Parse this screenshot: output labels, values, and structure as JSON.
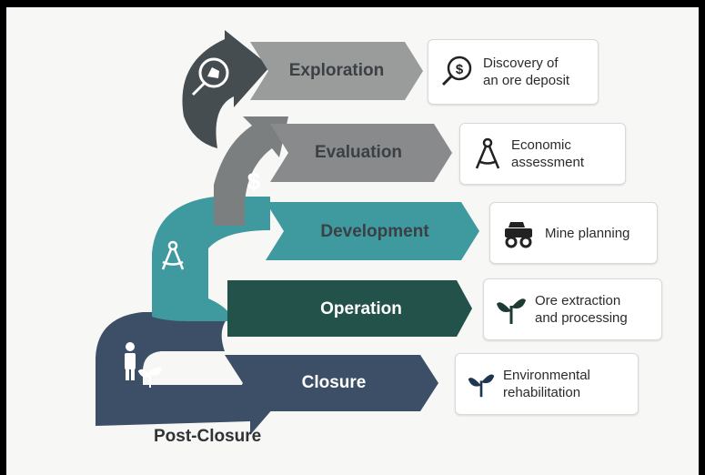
{
  "stages": [
    {
      "label": "Exploration",
      "color": "#9a9c9b",
      "icon": "magnifier-rock-icon"
    },
    {
      "label": "Evaluation",
      "color": "#888a8b",
      "icon": "dollar-icon"
    },
    {
      "label": "Development",
      "color": "#3f9aa0",
      "icon": "compass-icon"
    },
    {
      "label": "Operation",
      "color": "#23524a",
      "icon": "none"
    },
    {
      "label": "Closure",
      "color": "#3c4f66",
      "icon": "person-plant-icon"
    }
  ],
  "cards": [
    {
      "text": "Discovery of an ore deposit",
      "lines": [
        "Discovery of",
        "an ore deposit"
      ],
      "icon": "search-dollar-icon"
    },
    {
      "text": "Economic assessment",
      "lines": [
        "Economic",
        "assessment"
      ],
      "icon": "compass-icon"
    },
    {
      "text": "Mine planning",
      "lines": [
        "Mine planning"
      ],
      "icon": "mine-cart-icon"
    },
    {
      "text": "Ore extraction and processing",
      "lines": [
        "Ore extraction",
        "and processing"
      ],
      "icon": "sprout-icon"
    },
    {
      "text": "Environmental rehabilitation",
      "lines": [
        "Environmental",
        "rehabilitation"
      ],
      "icon": "sprout-icon"
    }
  ],
  "post_closure": "Post-Closure",
  "colors": {
    "background": "#f7f7f5",
    "dark_gray": "#4a5154",
    "teal": "#3f9aa0",
    "navy": "#3c4f66",
    "forest": "#23524a"
  }
}
